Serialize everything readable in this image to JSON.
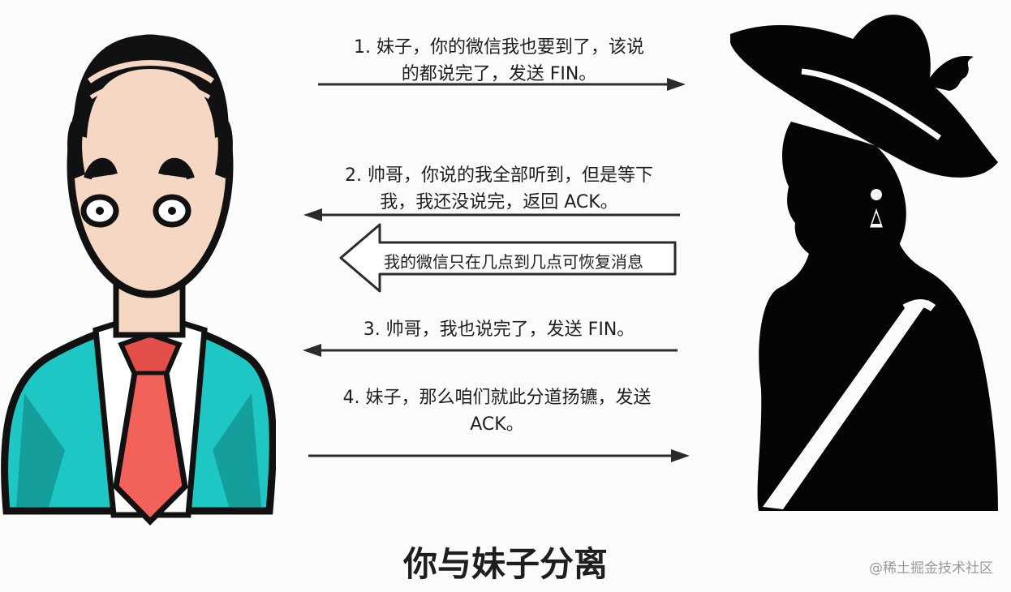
{
  "messages": [
    {
      "step": "1",
      "line1": "1. 妹子，你的微信我也要到了，该说",
      "line2": "的都说完了，发送 FIN。",
      "direction": "right"
    },
    {
      "step": "2",
      "line1": "2. 帅哥，你说的我全部听到，但是等下",
      "line2": "我，我还没说完，返回 ACK。",
      "direction": "left"
    },
    {
      "step": "3",
      "line1": "3. 帅哥，我也说完了，发送 FIN。",
      "line2": "",
      "direction": "left"
    },
    {
      "step": "4",
      "line1": "4. 妹子，那么咱们就此分道扬镳，发送",
      "line2": "ACK。",
      "direction": "right"
    }
  ],
  "note": "我的微信只在几点到几点可恢复消息",
  "title": "你与妹子分离",
  "watermark": "@稀土掘金技术社区",
  "colors": {
    "suit": "#1fc7c4",
    "tie": "#f2625a",
    "skin": "#f5d7c3",
    "silhouette": "#050505",
    "line": "#2b2b2b"
  }
}
